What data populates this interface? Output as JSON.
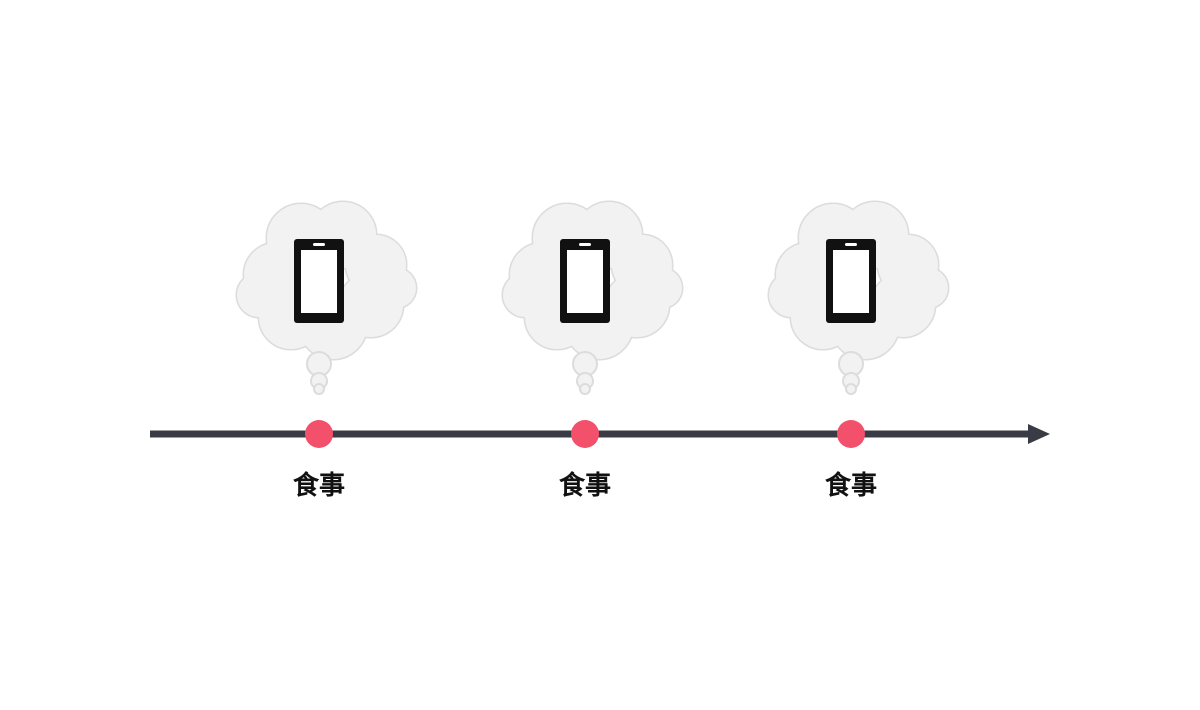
{
  "colors": {
    "timeline": "#3a3c45",
    "event_dot": "#f2506b",
    "cloud_fill": "#f2f2f2",
    "cloud_stroke": "#dcdcdc",
    "phone": "#111111",
    "label": "#111111"
  },
  "events": [
    {
      "label": "食事",
      "thought_icon": "smartphone-icon"
    },
    {
      "label": "食事",
      "thought_icon": "smartphone-icon"
    },
    {
      "label": "食事",
      "thought_icon": "smartphone-icon"
    }
  ]
}
